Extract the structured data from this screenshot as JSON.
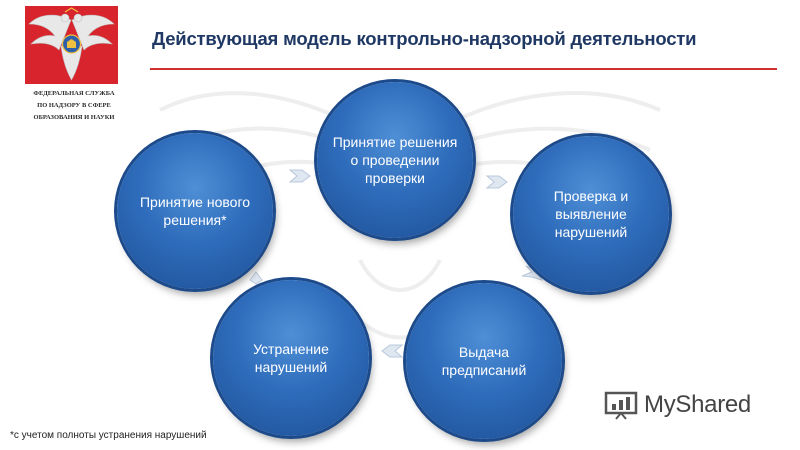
{
  "header": {
    "title": "Действующая модель контрольно-надзорной деятельности"
  },
  "organization": {
    "lines": [
      "ФЕДЕРАЛЬНАЯ СЛУЖБА",
      "ПО НАДЗОРУ В СФЕРЕ",
      "ОБРАЗОВАНИЯ И НАУКИ"
    ]
  },
  "cycle": {
    "nodes": [
      {
        "label": "Принятие решения о проведении проверки"
      },
      {
        "label": "Проверка и выявление нарушений"
      },
      {
        "label": "Выдача предписаний"
      },
      {
        "label": "Устранение нарушений"
      },
      {
        "label": "Принятие нового решения*"
      }
    ]
  },
  "footnote": "*с учетом полноты устранения нарушений",
  "watermark_brand": "MyShared",
  "colors": {
    "title": "#1f3864",
    "node_fill": "#2e6cbb",
    "node_border": "#1c4a8a",
    "logo_bg": "#d8242c",
    "rule": "#cf2f2f",
    "arrow": "#c9d6e6"
  },
  "icons": [
    "emblem-eagle-icon",
    "presentation-board-icon",
    "chevron-arrow-icon"
  ]
}
